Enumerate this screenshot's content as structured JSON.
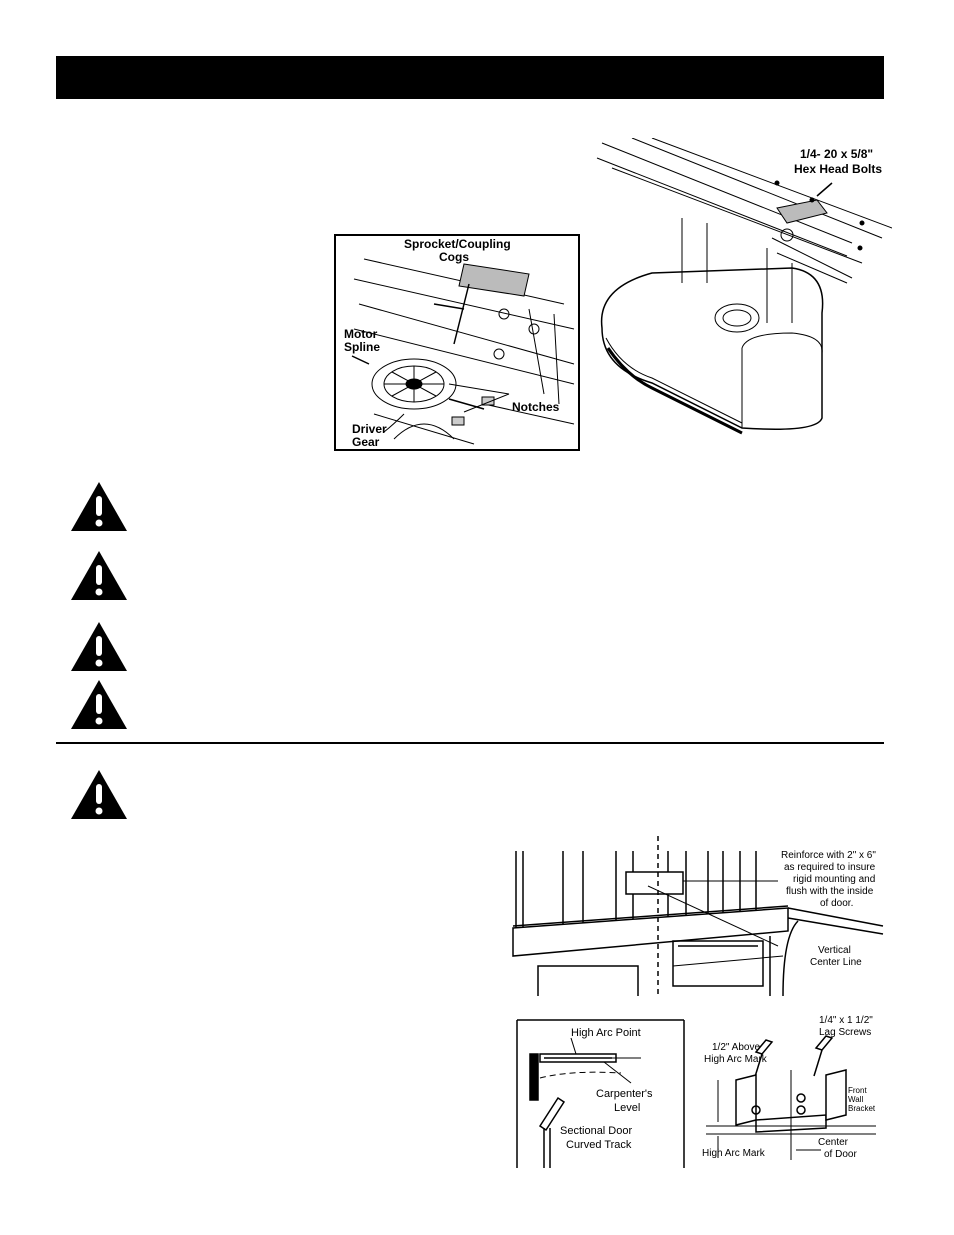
{
  "header": {
    "title": ""
  },
  "figures": {
    "gear_inset": {
      "sprocket_label_1": "Sprocket/Coupling",
      "sprocket_label_2": "Cogs",
      "motor_label_1": "Motor",
      "motor_label_2": "Spline",
      "notches_label": "Notches",
      "driver_label_1": "Driver",
      "driver_label_2": "Gear"
    },
    "rail_mount": {
      "bolts_label_1": "1/4- 20 x 5/8\"",
      "bolts_label_2": "Hex Head Bolts"
    },
    "door_header": {
      "reinforce_1": "Reinforce with 2\" x 6\"",
      "reinforce_2": "as required to insure",
      "reinforce_3": "rigid mounting and",
      "reinforce_4": "flush with the inside",
      "reinforce_5": "of door.",
      "center_line_1": "Vertical",
      "center_line_2": "Center Line"
    },
    "high_arc": {
      "high_arc_point": "High Arc Point",
      "level_1": "Carpenter's",
      "level_2": "Level",
      "track_1": "Sectional Door",
      "track_2": "Curved Track"
    },
    "wall_bracket": {
      "screws_1": "1/4\" x 1 1/2\"",
      "screws_2": "Lag Screws",
      "above_1": "1/2\" Above",
      "above_2": "High Arc Mark",
      "bracket_1": "Front",
      "bracket_2": "Wall",
      "bracket_3": "Bracket",
      "high_arc_mark": "High Arc Mark",
      "center_1": "Center",
      "center_2": "of Door"
    }
  },
  "warnings": [
    {
      "icon": "warning-triangle-icon"
    },
    {
      "icon": "warning-triangle-icon"
    },
    {
      "icon": "warning-triangle-icon"
    },
    {
      "icon": "warning-triangle-icon"
    },
    {
      "icon": "warning-triangle-icon"
    }
  ]
}
